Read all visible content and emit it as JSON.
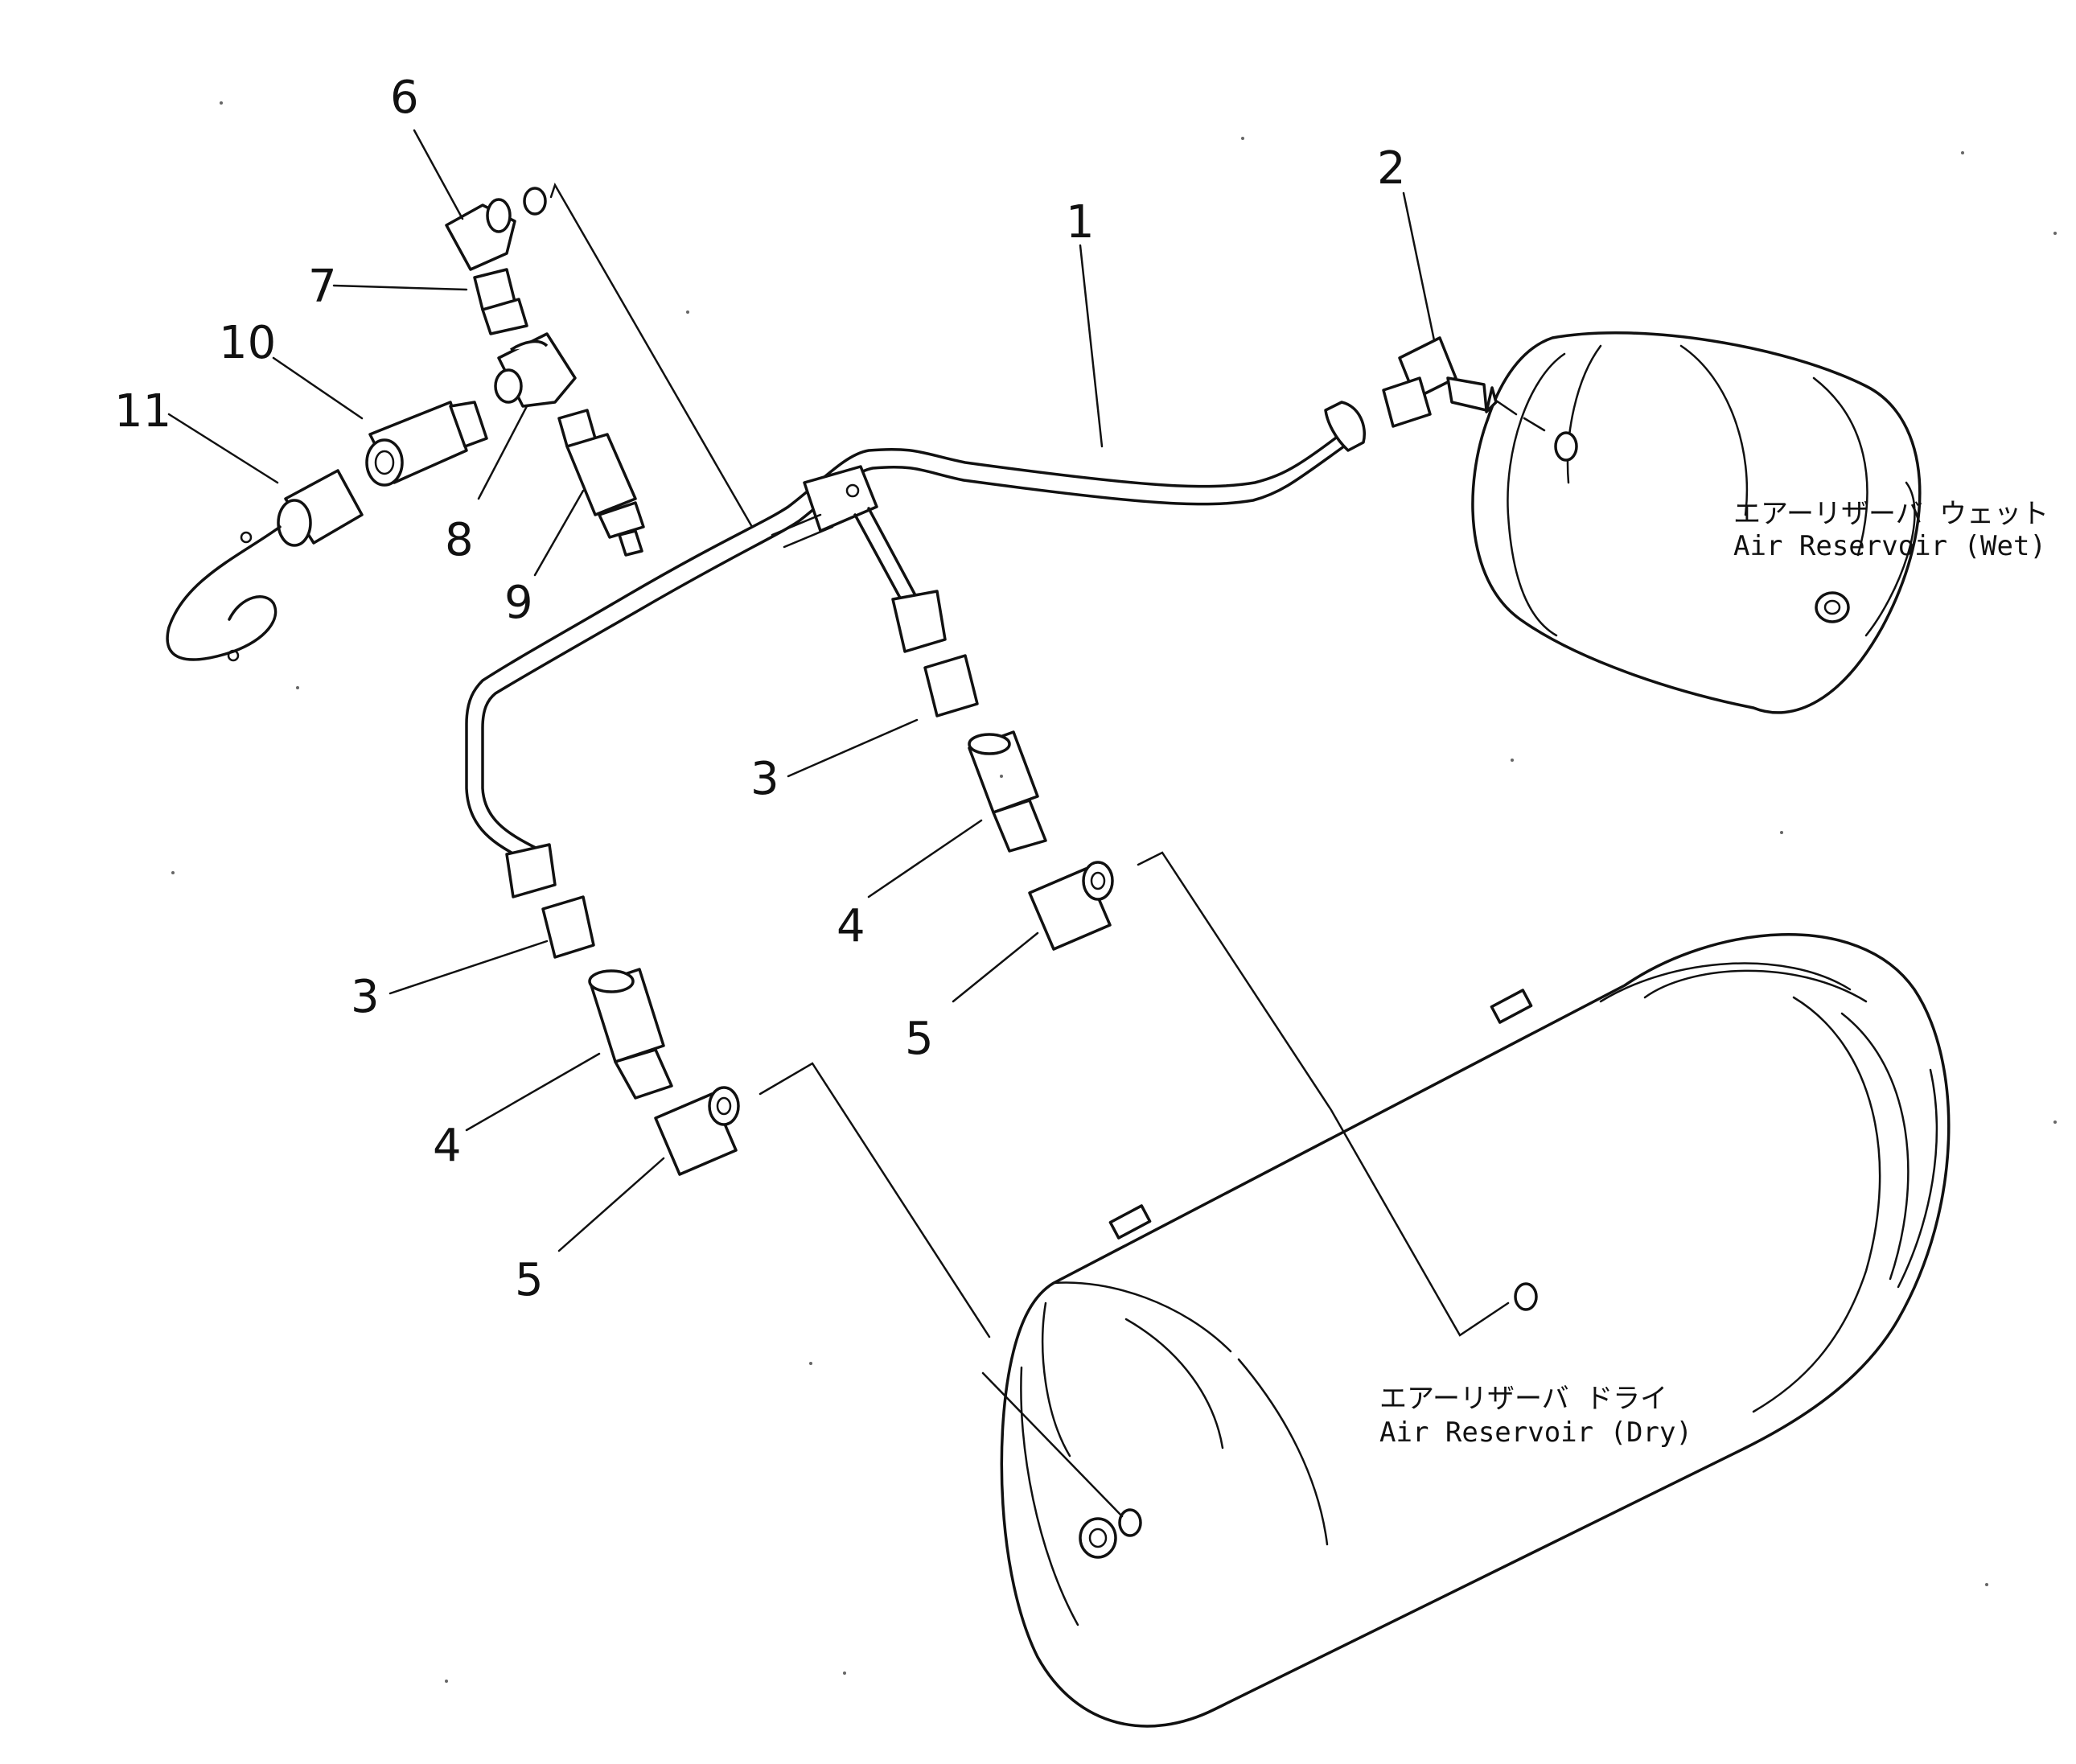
{
  "callouts": [
    {
      "id": "c6",
      "text": "6"
    },
    {
      "id": "c2",
      "text": "2"
    },
    {
      "id": "c1",
      "text": "1"
    },
    {
      "id": "c7",
      "text": "7"
    },
    {
      "id": "c10",
      "text": "10"
    },
    {
      "id": "c11",
      "text": "11"
    },
    {
      "id": "c8",
      "text": "8"
    },
    {
      "id": "c9",
      "text": "9"
    },
    {
      "id": "c3a",
      "text": "3"
    },
    {
      "id": "c4a",
      "text": "4"
    },
    {
      "id": "c5a",
      "text": "5"
    },
    {
      "id": "c3b",
      "text": "3"
    },
    {
      "id": "c4b",
      "text": "4"
    },
    {
      "id": "c5b",
      "text": "5"
    }
  ],
  "reservoirs": {
    "wet": {
      "label_jp": "エアーリザーバ ウェット",
      "label_en": "Air  Reservoir  (Wet)"
    },
    "dry": {
      "label_jp": "エアーリザーバ ドライ",
      "label_en": "Air  Reservoir  (Dry)"
    }
  }
}
